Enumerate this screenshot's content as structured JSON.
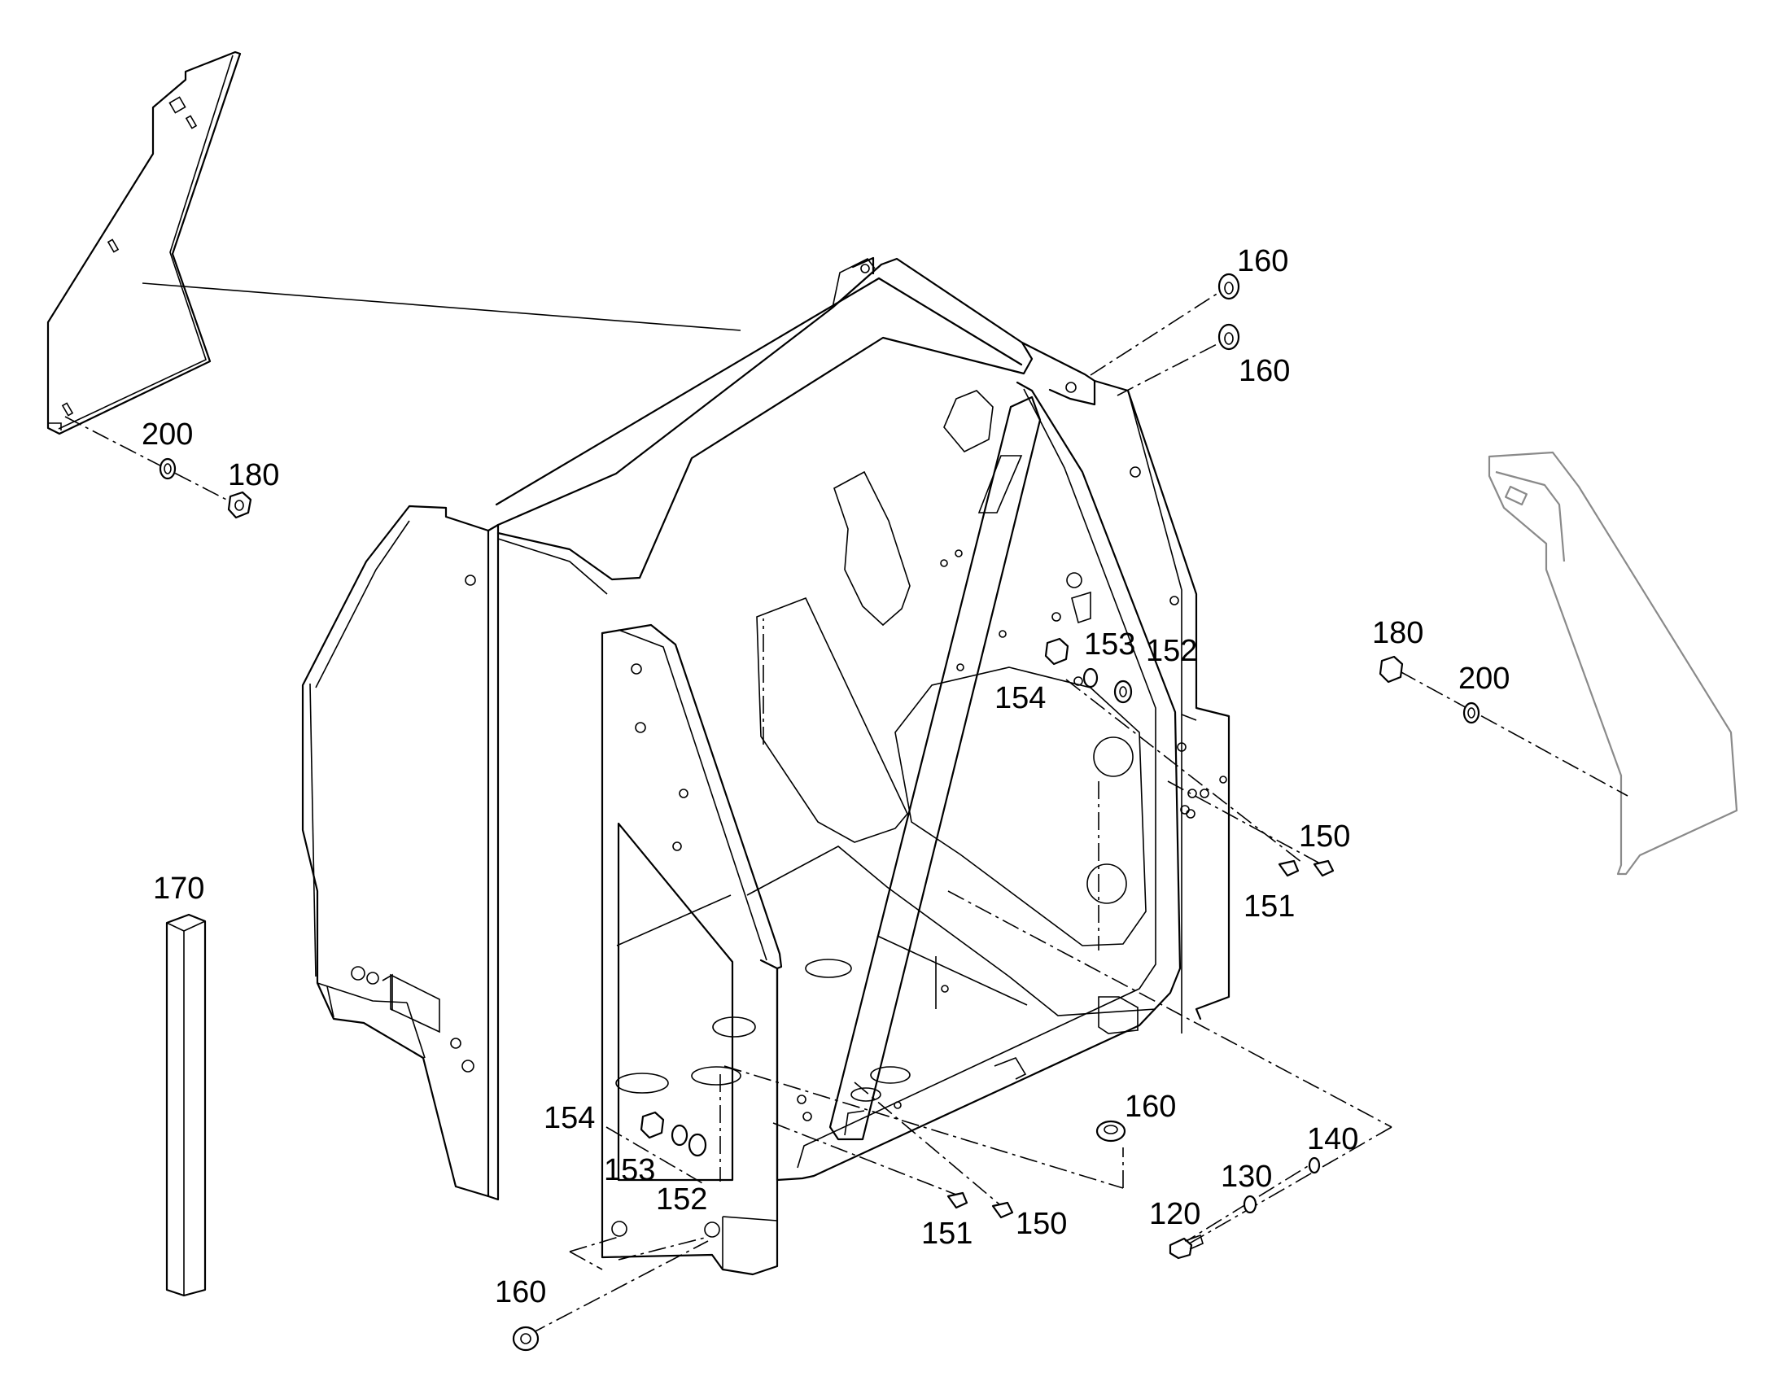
{
  "callouts": [
    {
      "id": "c-160-top-1",
      "label": "160"
    },
    {
      "id": "c-160-top-2",
      "label": "160"
    },
    {
      "id": "c-200-left",
      "label": "200"
    },
    {
      "id": "c-180-left",
      "label": "180"
    },
    {
      "id": "c-153-right",
      "label": "153"
    },
    {
      "id": "c-152-right",
      "label": "152"
    },
    {
      "id": "c-154-right",
      "label": "154"
    },
    {
      "id": "c-180-right",
      "label": "180"
    },
    {
      "id": "c-200-right",
      "label": "200"
    },
    {
      "id": "c-150-right",
      "label": "150"
    },
    {
      "id": "c-151-right",
      "label": "151"
    },
    {
      "id": "c-170",
      "label": "170"
    },
    {
      "id": "c-154-left",
      "label": "154"
    },
    {
      "id": "c-153-left",
      "label": "153"
    },
    {
      "id": "c-152-left",
      "label": "152"
    },
    {
      "id": "c-160-mid",
      "label": "160"
    },
    {
      "id": "c-140",
      "label": "140"
    },
    {
      "id": "c-130",
      "label": "130"
    },
    {
      "id": "c-120",
      "label": "120"
    },
    {
      "id": "c-151-bottom",
      "label": "151"
    },
    {
      "id": "c-150-bottom",
      "label": "150"
    },
    {
      "id": "c-160-bottom",
      "label": "160"
    }
  ]
}
